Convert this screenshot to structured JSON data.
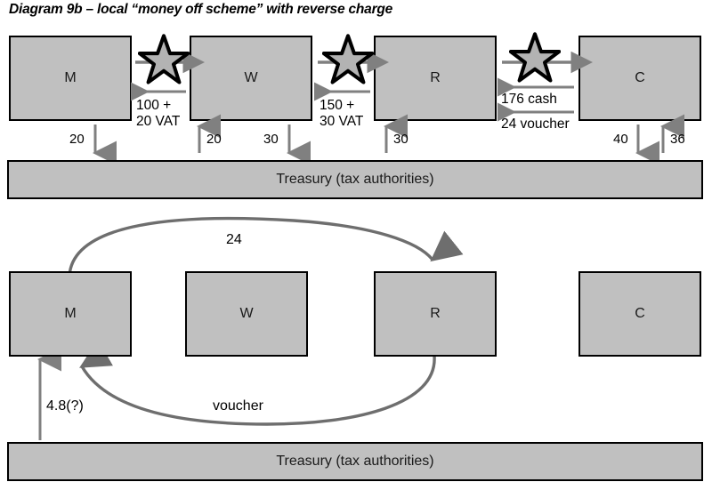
{
  "title": "Diagram 9b – local “money off scheme” with reverse charge",
  "colors": {
    "box_fill": "#c0c0c0",
    "box_border": "#000000",
    "arrow_gray": "#808080",
    "curve_gray": "#6e6e6e",
    "text": "#000000"
  },
  "top_section": {
    "nodes": [
      {
        "id": "M",
        "label": "M"
      },
      {
        "id": "W",
        "label": "W"
      },
      {
        "id": "R",
        "label": "R"
      },
      {
        "id": "C",
        "label": "C"
      }
    ],
    "goods_icons": [
      {
        "name": "star-goods-m-to-w",
        "between": "M→W"
      },
      {
        "name": "star-goods-w-to-r",
        "between": "W→R"
      },
      {
        "name": "star-goods-r-to-c",
        "between": "R→C"
      }
    ],
    "payment_flows": [
      {
        "label_line1": "100 +",
        "label_line2": "20 VAT",
        "between": "W→M"
      },
      {
        "label_line1": "150 +",
        "label_line2": "30 VAT",
        "between": "R→W"
      },
      {
        "label_line1": "176 cash",
        "label_line2": "",
        "between": "C→R"
      },
      {
        "label_line1": "24 voucher",
        "label_line2": "",
        "between": "C→R"
      }
    ],
    "treasury_flows": [
      {
        "value": "20",
        "direction": "down",
        "side": "label-left"
      },
      {
        "value": "20",
        "direction": "up",
        "side": "label-right"
      },
      {
        "value": "30",
        "direction": "down",
        "side": "label-left"
      },
      {
        "value": "30",
        "direction": "up",
        "side": "label-right"
      },
      {
        "value": "40",
        "direction": "down",
        "side": "label-left"
      },
      {
        "value": "36",
        "direction": "up",
        "side": "label-right"
      }
    ],
    "treasury_label": "Treasury (tax authorities)"
  },
  "bottom_section": {
    "nodes": [
      {
        "id": "M",
        "label": "M"
      },
      {
        "id": "W",
        "label": "W"
      },
      {
        "id": "R",
        "label": "R"
      },
      {
        "id": "C",
        "label": "C"
      }
    ],
    "curves": [
      {
        "name": "m-to-r-24",
        "label": "24",
        "from": "M",
        "to": "R"
      },
      {
        "name": "r-to-m-voucher",
        "label": "voucher",
        "from": "R",
        "to": "M"
      }
    ],
    "treasury_refund": {
      "label": "4.8(?)",
      "direction": "up",
      "to": "M"
    },
    "treasury_label": "Treasury (tax authorities)"
  }
}
